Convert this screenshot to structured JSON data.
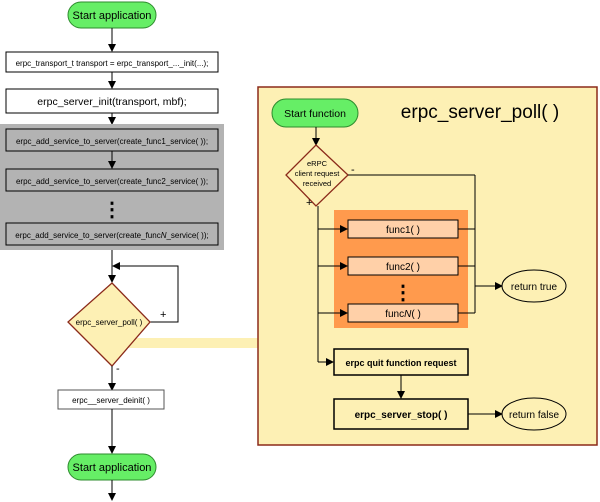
{
  "left_flow": {
    "start_top": "Start application",
    "transport_init": "erpc_transport_t transport = erpc_transport_..._init(...);",
    "server_init": "erpc_server_init(transport, mbf);",
    "service_1": "erpc_add_service_to_server(create_func1_service( ));",
    "service_2": "erpc_add_service_to_server(create_func2_service( ));",
    "service_n_pre": "erpc_add_service_to_server(create_func",
    "service_n_italic": "N",
    "service_n_post": "_service( ));",
    "service_dots": "⋮",
    "poll": "erpc_server_poll( )",
    "poll_plus": "+",
    "poll_minus": "-",
    "deinit": "erpc__server_deinit( )",
    "start_bottom": "Start application"
  },
  "detail": {
    "title": "erpc_server_poll( )",
    "start": "Start function",
    "decision_line1": "eRPC",
    "decision_line2": "client request",
    "decision_line3": "received",
    "decision_minus": "-",
    "decision_plus": "+",
    "func1": "func1( )",
    "func2": "func2( )",
    "func_dots": "⋮",
    "funcN_pre": "func",
    "funcN_italic": "N",
    "funcN_post": "( )",
    "return_true": "return true",
    "quit_request": "erpc quit function request",
    "server_stop": "erpc_server_stop( )",
    "return_false": "return false"
  },
  "colors": {
    "terminal_fill": "#66ee66",
    "terminal_stroke": "#2e8b2e",
    "gray_panel": "#b3b3b3",
    "detail_fill": "#fdf0b4",
    "detail_stroke": "#8b2a1a",
    "orange_panel": "#ff9a4d",
    "func_box": "#ffd0a8",
    "decision_fill": "#fdf0b4",
    "decision_stroke": "#8b2a1a"
  }
}
